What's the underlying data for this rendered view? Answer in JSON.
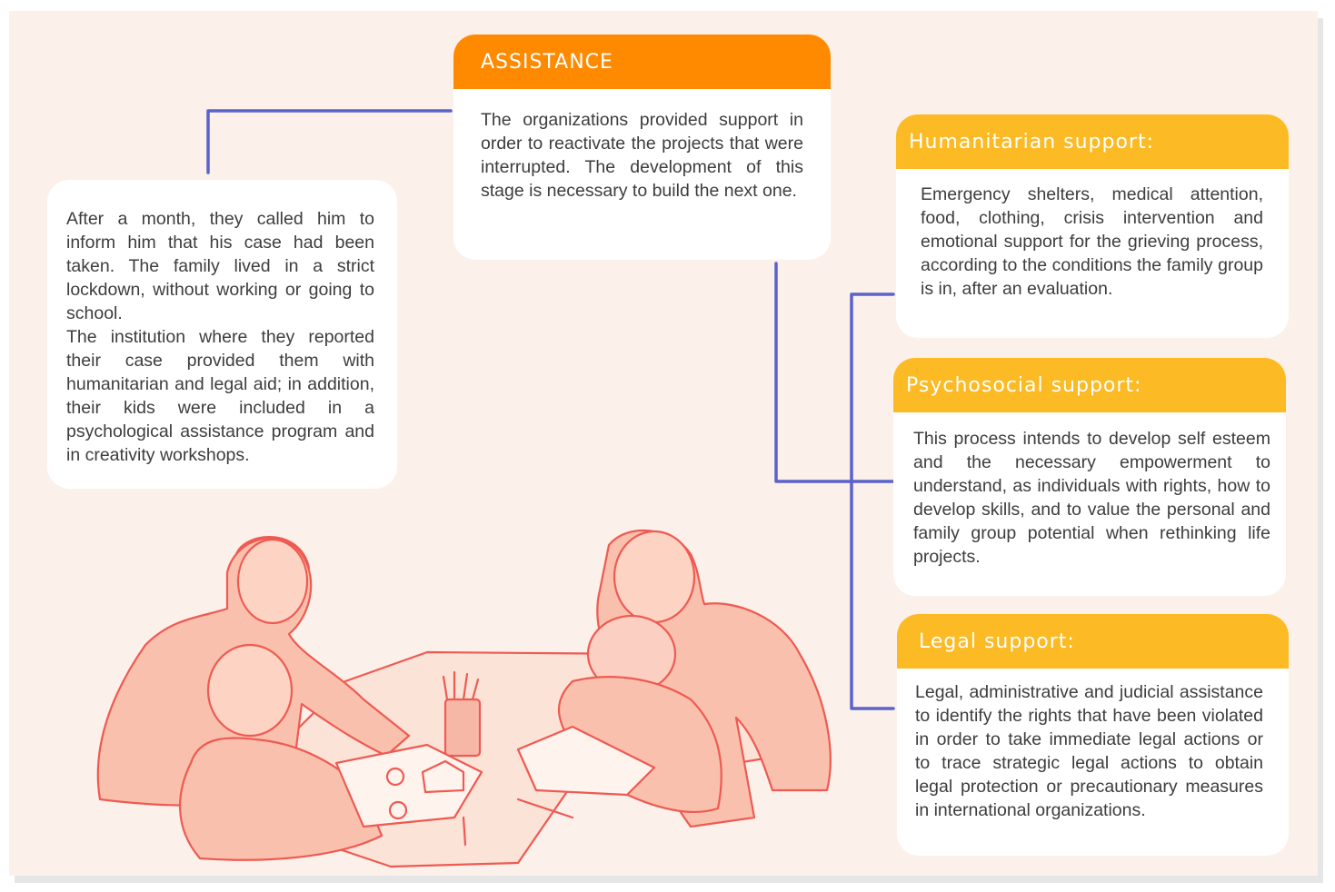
{
  "colors": {
    "background": "#fbf0ea",
    "assistance_header": "#ff8a00",
    "support_header": "#fcba24",
    "connector": "#5b63c9",
    "illustration_stroke": "#ef5a52",
    "illustration_fill": "#f9c1ad"
  },
  "story": {
    "text": "After a month, they called him to inform him that his case had been taken. The family lived in a strict lockdown, without working or going to school.\nThe institution where they reported their case provided them with humanitarian and legal aid; in addition, their kids were included in a psychological assistance program and in creativity workshops."
  },
  "assistance": {
    "title": "ASSISTANCE",
    "text": "The organizations provided support in order to reactivate the projects that were interrupted. The development of this stage is necessary to build the next one."
  },
  "supports": [
    {
      "title": "Humanitarian support:",
      "text": "Emergency shelters, medical attention, food, clothing, crisis intervention and emotional support for the grieving process, according to the conditions the family group is in, after an evaluation."
    },
    {
      "title": "Psychosocial support:",
      "text": "This process intends to develop self esteem and the necessary empowerment to understand, as individuals with rights, how to develop skills, and to value the personal and family group potential when rethinking life projects."
    },
    {
      "title": "Legal support:",
      "text": "Legal, administrative and judicial assistance to identify the rights that have been violated in order to take immediate legal actions or to trace strategic legal actions to obtain legal protection or precautionary measures in international organizations."
    }
  ],
  "illustration": {
    "subject": "family-drawing-at-table"
  }
}
